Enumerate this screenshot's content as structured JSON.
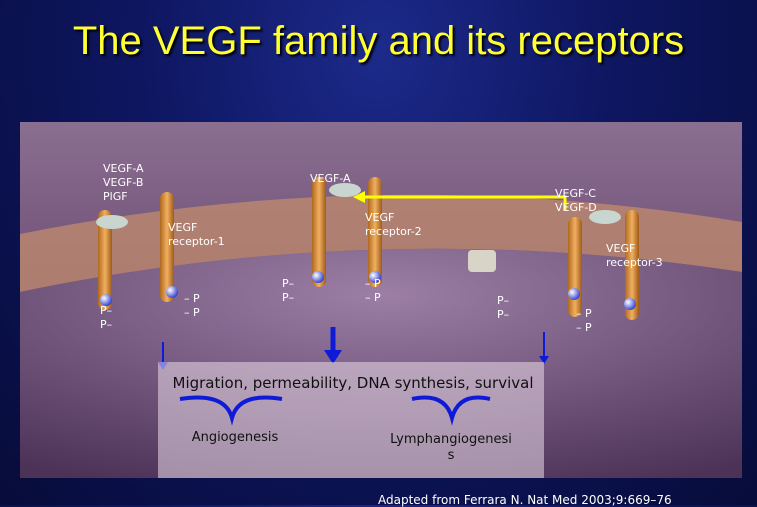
{
  "title": "The VEGF family and its receptors",
  "labels": {
    "ligands_left": [
      "VEGF-A",
      "VEGF-B",
      "PlGF"
    ],
    "ligand_middle": "VEGF-A",
    "ligands_right": [
      "VEGF-C",
      "VEGF-D"
    ],
    "receptor1": [
      "VEGF",
      "receptor-1"
    ],
    "receptor2": [
      "VEGF",
      "receptor-2"
    ],
    "receptor3": [
      "VEGF",
      "receptor-3"
    ],
    "phospho": "P"
  },
  "outcome": "Migration, permeability, DNA synthesis, survival",
  "result_left": "Angiogenesis",
  "result_right": [
    "Lymphangiogenesi",
    "s"
  ],
  "citation": "Adapted from Ferrara N. Nat Med 2003;9:669–76"
}
